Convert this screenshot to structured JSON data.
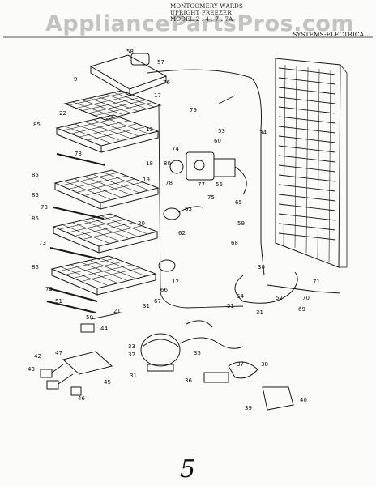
{
  "header": {
    "line1": "MONTGOMERY WARDS",
    "line2": "UPRIGHT FREEZER",
    "line3": "MODEL 2 . 4 . 7 . 7A"
  },
  "section_title": "SYSTEMS-ELECTRICAL",
  "watermark": "AppliancePartsPros.com",
  "page_number": "5",
  "callouts": [
    {
      "id": "c58",
      "text": "58"
    },
    {
      "id": "c57",
      "text": "57"
    },
    {
      "id": "c9",
      "text": "9"
    },
    {
      "id": "c76",
      "text": "76"
    },
    {
      "id": "c17",
      "text": "17"
    },
    {
      "id": "c79",
      "text": "79"
    },
    {
      "id": "c22",
      "text": "22"
    },
    {
      "id": "c85a",
      "text": "85"
    },
    {
      "id": "c13",
      "text": "13"
    },
    {
      "id": "c34",
      "text": "34"
    },
    {
      "id": "c53",
      "text": "53"
    },
    {
      "id": "c60",
      "text": "60"
    },
    {
      "id": "c73a",
      "text": "73"
    },
    {
      "id": "c74",
      "text": "74"
    },
    {
      "id": "c18",
      "text": "18"
    },
    {
      "id": "c80",
      "text": "80"
    },
    {
      "id": "c85b",
      "text": "85"
    },
    {
      "id": "c19",
      "text": "19"
    },
    {
      "id": "c78",
      "text": "78"
    },
    {
      "id": "c77",
      "text": "77"
    },
    {
      "id": "c75",
      "text": "75"
    },
    {
      "id": "c56",
      "text": "56"
    },
    {
      "id": "c65",
      "text": "65"
    },
    {
      "id": "c85c",
      "text": "85"
    },
    {
      "id": "c73b",
      "text": "73"
    },
    {
      "id": "c63",
      "text": "63"
    },
    {
      "id": "c85d",
      "text": "85"
    },
    {
      "id": "c20",
      "text": "20"
    },
    {
      "id": "c62",
      "text": "62"
    },
    {
      "id": "c59",
      "text": "59"
    },
    {
      "id": "c68",
      "text": "68"
    },
    {
      "id": "c73c",
      "text": "73"
    },
    {
      "id": "c85e",
      "text": "85"
    },
    {
      "id": "c73d",
      "text": "73"
    },
    {
      "id": "c12",
      "text": "12"
    },
    {
      "id": "c30",
      "text": "30"
    },
    {
      "id": "c66",
      "text": "66"
    },
    {
      "id": "c71",
      "text": "71"
    },
    {
      "id": "c51a",
      "text": "51"
    },
    {
      "id": "c67",
      "text": "67"
    },
    {
      "id": "c54",
      "text": "54"
    },
    {
      "id": "c52",
      "text": "52"
    },
    {
      "id": "c70",
      "text": "70"
    },
    {
      "id": "c31a",
      "text": "31"
    },
    {
      "id": "c51b",
      "text": "51"
    },
    {
      "id": "c21",
      "text": "21"
    },
    {
      "id": "c31b",
      "text": "31"
    },
    {
      "id": "c50",
      "text": "50"
    },
    {
      "id": "c69",
      "text": "69"
    },
    {
      "id": "c44",
      "text": "44"
    },
    {
      "id": "c33",
      "text": "33"
    },
    {
      "id": "c32",
      "text": "32"
    },
    {
      "id": "c35",
      "text": "35"
    },
    {
      "id": "c42",
      "text": "42"
    },
    {
      "id": "c47",
      "text": "47"
    },
    {
      "id": "c43",
      "text": "43"
    },
    {
      "id": "c45",
      "text": "45"
    },
    {
      "id": "c37",
      "text": "37"
    },
    {
      "id": "c38",
      "text": "38"
    },
    {
      "id": "c31c",
      "text": "31"
    },
    {
      "id": "c36",
      "text": "36"
    },
    {
      "id": "c46",
      "text": "46"
    },
    {
      "id": "c40",
      "text": "40"
    },
    {
      "id": "c39",
      "text": "39"
    }
  ]
}
